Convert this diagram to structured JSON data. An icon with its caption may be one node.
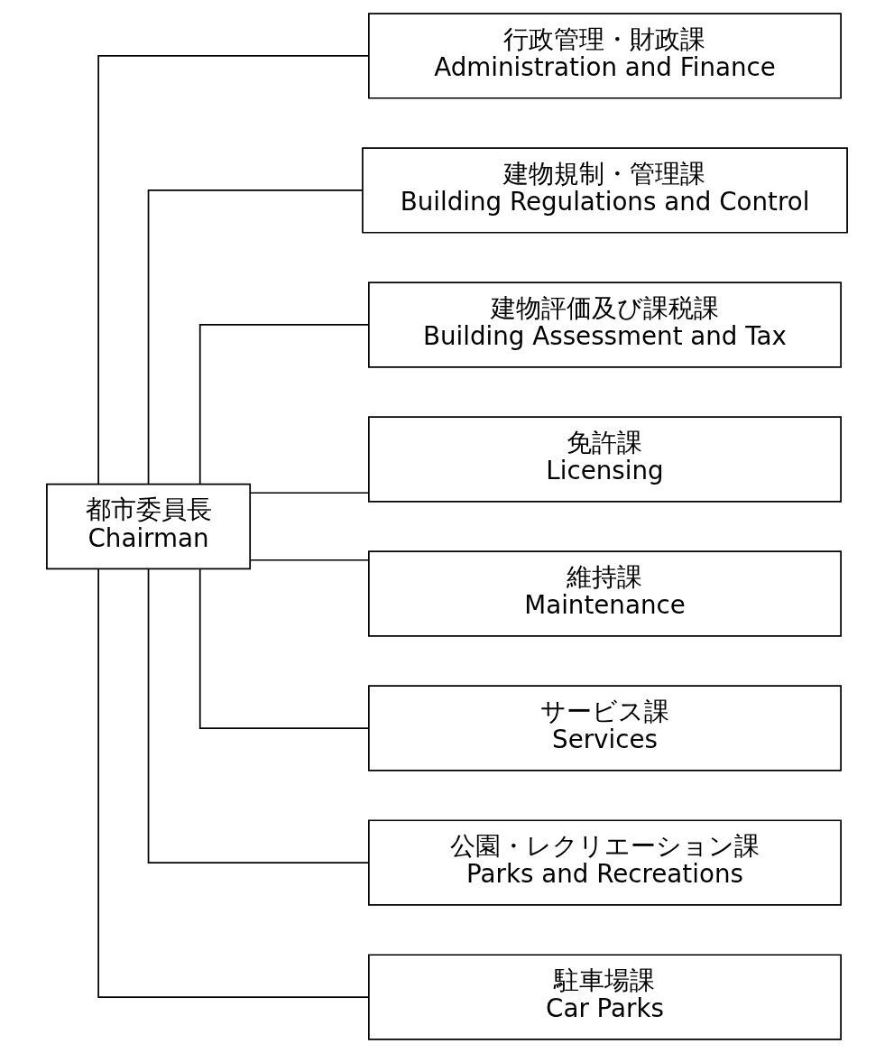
{
  "diagram": {
    "nodes": [
      {
        "text": [
          "都市委員長",
          "Chairman"
        ]
      },
      {
        "text": [
          "行政管理・財政課",
          "Administration and Finance"
        ]
      },
      {
        "text": [
          "建物規制・管理課",
          "Building Regulations and Control"
        ]
      },
      {
        "text": [
          "建物評価及び課税課",
          "Building Assessment and Tax"
        ]
      },
      {
        "text": [
          "免許課",
          "Licensing"
        ]
      },
      {
        "text": [
          "維持課",
          "Maintenance"
        ]
      },
      {
        "text": [
          "サービス課",
          "Services"
        ]
      },
      {
        "text": [
          "公園・レクリエーション課",
          "Parks and Recreations"
        ]
      },
      {
        "text": [
          "駐車場課",
          "Car Parks"
        ]
      }
    ],
    "edges": [
      {
        "from": 0,
        "to": 1,
        "arrow": "none"
      },
      {
        "from": 0,
        "to": 2,
        "arrow": "none"
      },
      {
        "from": 0,
        "to": 3,
        "arrow": "none"
      },
      {
        "from": 0,
        "to": 4,
        "arrow": "none"
      },
      {
        "from": 0,
        "to": 5,
        "arrow": "none"
      },
      {
        "from": 0,
        "to": 6,
        "arrow": "none"
      },
      {
        "from": 0,
        "to": 7,
        "arrow": "none"
      },
      {
        "from": 0,
        "to": 8,
        "arrow": "none"
      }
    ]
  }
}
